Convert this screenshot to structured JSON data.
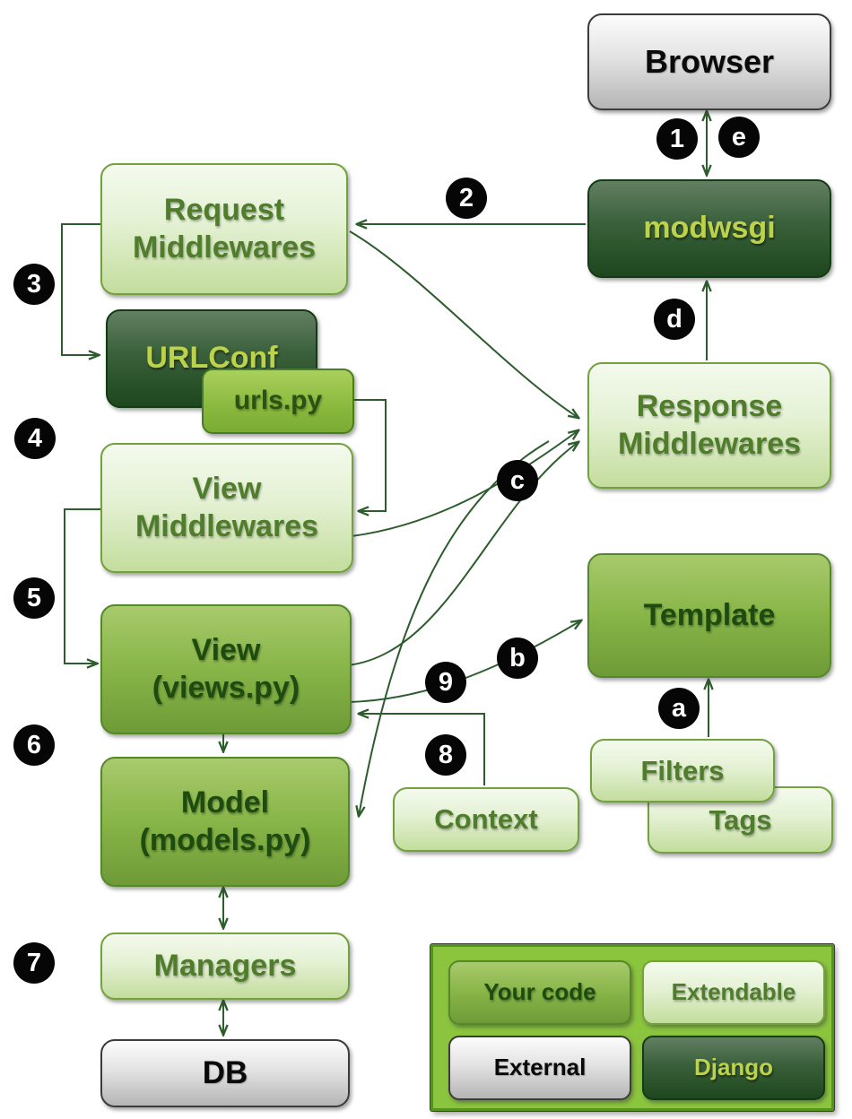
{
  "diagram": {
    "nodes": [
      {
        "id": "browser",
        "label": "Browser",
        "style": "gray"
      },
      {
        "id": "modwsgi",
        "label": "modwsgi",
        "style": "dark"
      },
      {
        "id": "reqmid",
        "label": "Request\nMiddlewares",
        "style": "light"
      },
      {
        "id": "urlconf",
        "label": "URLConf",
        "style": "dark"
      },
      {
        "id": "urlspy",
        "label": "urls.py",
        "style": "brightmid"
      },
      {
        "id": "viewmid",
        "label": "View\nMiddlewares",
        "style": "light"
      },
      {
        "id": "respmid",
        "label": "Response\nMiddlewares",
        "style": "light"
      },
      {
        "id": "view",
        "label": "View\n(views.py)",
        "style": "mid"
      },
      {
        "id": "template",
        "label": "Template",
        "style": "mid"
      },
      {
        "id": "model",
        "label": "Model\n(models.py)",
        "style": "mid"
      },
      {
        "id": "tags",
        "label": "Tags",
        "style": "light"
      },
      {
        "id": "filters",
        "label": "Filters",
        "style": "light"
      },
      {
        "id": "context",
        "label": "Context",
        "style": "light"
      },
      {
        "id": "managers",
        "label": "Managers",
        "style": "light"
      },
      {
        "id": "db",
        "label": "DB",
        "style": "gray"
      }
    ],
    "badges": [
      {
        "id": "1",
        "label": "1"
      },
      {
        "id": "e",
        "label": "e"
      },
      {
        "id": "2",
        "label": "2"
      },
      {
        "id": "3",
        "label": "3"
      },
      {
        "id": "4",
        "label": "4"
      },
      {
        "id": "5",
        "label": "5"
      },
      {
        "id": "6",
        "label": "6"
      },
      {
        "id": "7",
        "label": "7"
      },
      {
        "id": "8",
        "label": "8"
      },
      {
        "id": "9",
        "label": "9"
      },
      {
        "id": "a",
        "label": "a"
      },
      {
        "id": "b",
        "label": "b"
      },
      {
        "id": "c",
        "label": "c"
      },
      {
        "id": "d",
        "label": "d"
      }
    ],
    "connectors": [
      {
        "id": "1e",
        "from": "browser",
        "to": "modwsgi",
        "arrows": "both"
      },
      {
        "id": "2",
        "from": "modwsgi",
        "to": "reqmid",
        "arrows": "end"
      },
      {
        "id": "3",
        "from": "reqmid",
        "to": "urlconf",
        "arrows": "end"
      },
      {
        "id": "urls",
        "from": "urlspy",
        "to": "viewmid",
        "arrows": "end"
      },
      {
        "id": "5",
        "from": "viewmid",
        "to": "view",
        "arrows": "end"
      },
      {
        "id": "6",
        "from": "view",
        "to": "model",
        "arrows": "end"
      },
      {
        "id": "7a",
        "from": "model",
        "to": "managers",
        "arrows": "both"
      },
      {
        "id": "7b",
        "from": "managers",
        "to": "db",
        "arrows": "both"
      },
      {
        "id": "8",
        "from": "context",
        "to": "view",
        "arrows": "end"
      },
      {
        "id": "9",
        "from": "respmid-junction",
        "to": "model",
        "arrows": "end"
      },
      {
        "id": "b",
        "from": "view",
        "to": "template",
        "arrows": "end"
      },
      {
        "id": "c1",
        "from": "reqmid",
        "to": "respmid",
        "arrows": "end"
      },
      {
        "id": "c2",
        "from": "viewmid",
        "to": "respmid",
        "arrows": "end"
      },
      {
        "id": "c3",
        "from": "view",
        "to": "respmid",
        "arrows": "end"
      },
      {
        "id": "d",
        "from": "respmid",
        "to": "modwsgi",
        "arrows": "end"
      },
      {
        "id": "a",
        "from": "filters",
        "to": "template",
        "arrows": "end"
      }
    ],
    "legend": {
      "items": [
        {
          "label": "Your code",
          "style": "mid"
        },
        {
          "label": "Extendable",
          "style": "light"
        },
        {
          "label": "External",
          "style": "gray"
        },
        {
          "label": "Django",
          "style": "dark"
        }
      ]
    },
    "colors": {
      "connector": "#2d5d2d",
      "badge_bg": "#060606",
      "badge_fg": "#ffffff",
      "light_box_text": "#4f7d2b",
      "mid_box_text": "#1e4c10",
      "dark_box_text": "#bdd24b",
      "light_box_fill": "#d9ecbe",
      "mid_box_fill": "#84b244",
      "dark_box_fill": "#2c552c",
      "gray_box_fill": "#d9d9d9",
      "legend_bg": "#8bc53e"
    }
  }
}
